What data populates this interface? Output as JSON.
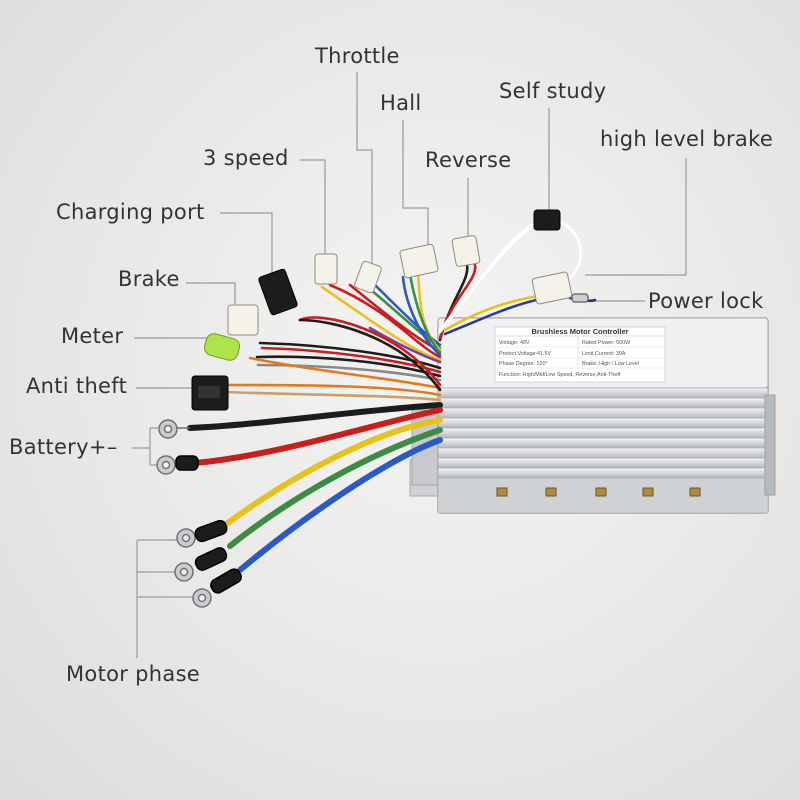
{
  "labels": {
    "throttle": "Throttle",
    "hall": "Hall",
    "self_study": "Self study",
    "high_level_brake": "high level brake",
    "three_speed": "3 speed",
    "reverse": "Reverse",
    "charging_port": "Charging port",
    "brake": "Brake",
    "power_lock": "Power lock",
    "meter": "Meter",
    "anti_theft": "Anti theft",
    "battery": "Battery+–",
    "motor_phase": "Motor phase"
  },
  "controller": {
    "title": "Brushless Motor Controller",
    "specs": [
      "Voltage: 48V",
      "Rated Power: 500W",
      "Protect Voltage:41.5V",
      "Limit Current: 30A",
      "Phase Degree: 120°",
      "Brake: High / Low Level"
    ],
    "function": "Function: High/Mid/Low Speed, Reverse,Anti-Theft"
  },
  "colors": {
    "wire_red": "#c81e1e",
    "wire_yellow": "#e6c21e",
    "wire_green": "#3c8c46",
    "wire_blue": "#2a5ac8",
    "wire_black": "#1c1c1c",
    "label_text": "#333333",
    "leader_line": "#9a9a9a"
  }
}
